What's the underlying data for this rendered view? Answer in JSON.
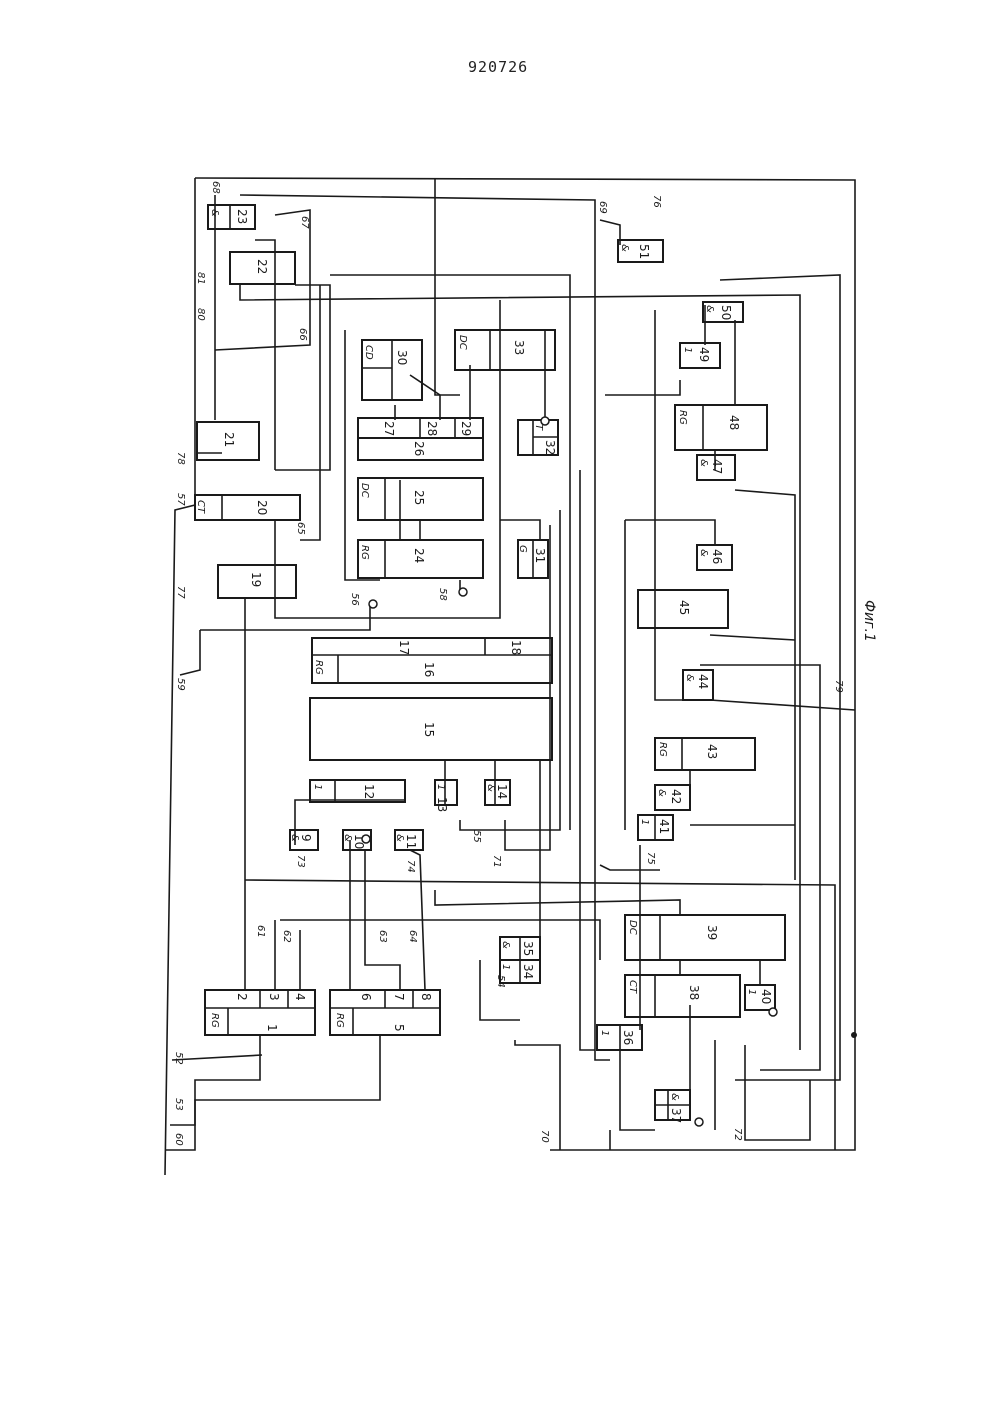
{
  "page_number": "920726",
  "figure_caption": "Фиг.1",
  "blocks": [
    {
      "num": "1",
      "type": "RG"
    },
    {
      "num": "2",
      "type": ""
    },
    {
      "num": "3",
      "type": ""
    },
    {
      "num": "4",
      "type": ""
    },
    {
      "num": "5",
      "type": "RG"
    },
    {
      "num": "6",
      "type": ""
    },
    {
      "num": "7",
      "type": ""
    },
    {
      "num": "8",
      "type": ""
    },
    {
      "num": "9",
      "type": "&"
    },
    {
      "num": "10",
      "type": "&"
    },
    {
      "num": "11",
      "type": "&"
    },
    {
      "num": "12",
      "type": "1"
    },
    {
      "num": "13",
      "type": "1"
    },
    {
      "num": "14",
      "type": "&"
    },
    {
      "num": "15",
      "type": ""
    },
    {
      "num": "16",
      "type": "RG"
    },
    {
      "num": "17",
      "type": ""
    },
    {
      "num": "18",
      "type": ""
    },
    {
      "num": "19",
      "type": ""
    },
    {
      "num": "20",
      "type": "CT"
    },
    {
      "num": "21",
      "type": ""
    },
    {
      "num": "22",
      "type": ""
    },
    {
      "num": "23",
      "type": "&"
    },
    {
      "num": "24",
      "type": "RG"
    },
    {
      "num": "25",
      "type": "DC"
    },
    {
      "num": "26",
      "type": ""
    },
    {
      "num": "27",
      "type": ""
    },
    {
      "num": "28",
      "type": ""
    },
    {
      "num": "29",
      "type": ""
    },
    {
      "num": "30",
      "type": "CD"
    },
    {
      "num": "31",
      "type": "G"
    },
    {
      "num": "32",
      "type": "T"
    },
    {
      "num": "33",
      "type": "DC"
    },
    {
      "num": "34",
      "type": "1"
    },
    {
      "num": "35",
      "type": "&"
    },
    {
      "num": "36",
      "type": "1"
    },
    {
      "num": "37",
      "type": "&"
    },
    {
      "num": "38",
      "type": "CT"
    },
    {
      "num": "39",
      "type": "DC"
    },
    {
      "num": "40",
      "type": "1"
    },
    {
      "num": "41",
      "type": "1"
    },
    {
      "num": "42",
      "type": "&"
    },
    {
      "num": "43",
      "type": "RG"
    },
    {
      "num": "44",
      "type": "&"
    },
    {
      "num": "45",
      "type": ""
    },
    {
      "num": "46",
      "type": "&"
    },
    {
      "num": "47",
      "type": "&"
    },
    {
      "num": "48",
      "type": "RG"
    },
    {
      "num": "49",
      "type": "1"
    },
    {
      "num": "50",
      "type": "&"
    },
    {
      "num": "51",
      "type": "&"
    }
  ],
  "wire_labels": [
    "52",
    "53",
    "54",
    "55",
    "56",
    "57",
    "58",
    "59",
    "60",
    "61",
    "62",
    "63",
    "64",
    "65",
    "66",
    "67",
    "68",
    "69",
    "70",
    "71",
    "72",
    "73",
    "74",
    "75",
    "76",
    "77",
    "78",
    "79",
    "80",
    "81"
  ]
}
